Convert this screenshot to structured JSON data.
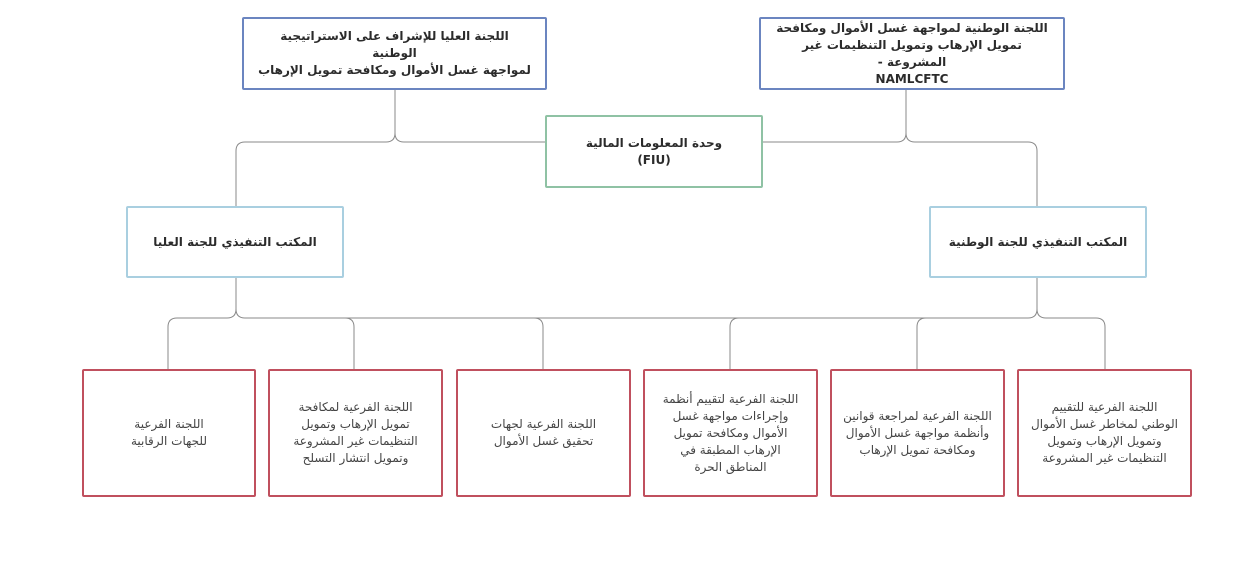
{
  "diagram": {
    "top_left": "اللجنة العليا للإشراف على الاستراتيجية الوطنية\nلمواجهة غسل الأموال ومكافحة تمويل الإرهاب",
    "top_right": "اللجنة  الوطنية لمواجهة غسل الأموال ومكافحة\nتمويل الإرهاب وتمويل التنظيمات غير المشروعة -\nNAMLCFTC",
    "fiu": "وحدة المعلومات المالية\n(FIU)",
    "office_left": "المكتب التنفيذي للجنة العليا",
    "office_right": "المكتب التنفيذي للجنة الوطنية",
    "sub_committees": [
      "اللجنة الفرعية\nللجهات الرقابية",
      "اللجنة الفرعية لمكافحة\nتمويل الإرهاب وتمويل\nالتنظيمات غير المشروعة\nوتمويل انتشار التسلح",
      "اللجنة الفرعية لجهات\nتحقيق غسل الأموال",
      "اللجنة الفرعية لتقييم أنظمة\nوإجراءات مواجهة غسل\nالأموال ومكافحة تمويل\nالإرهاب المطبقة في\nالمناطق الحرة",
      "اللجنة الفرعية لمراجعة قوانين\nوأنظمة مواجهة غسل الأموال\nومكافحة تمويل الإرهاب",
      "اللجنة الفرعية للتقييم\nالوطني لمخاطر غسل الأموال\nوتمويل الإرهاب وتمويل\nالتنظيمات غير المشروعة"
    ]
  }
}
